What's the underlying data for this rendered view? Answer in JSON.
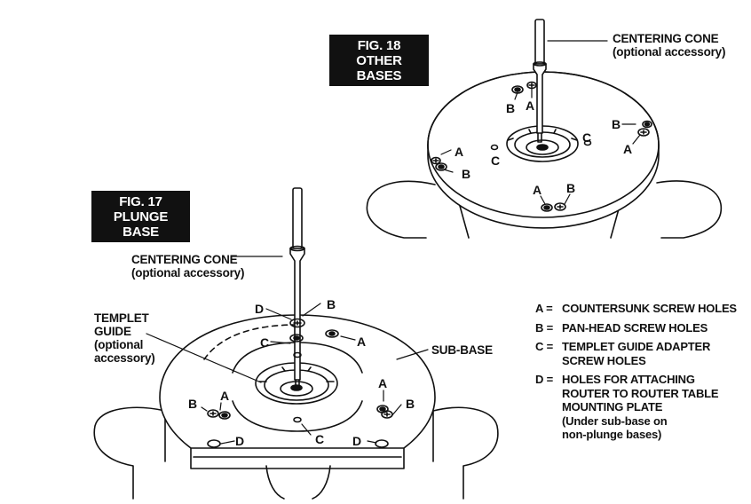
{
  "fig18": {
    "number": "FIG. 18",
    "title": "OTHER BASES",
    "centering_cone": "CENTERING CONE",
    "centering_cone_note": "(optional accessory)"
  },
  "fig17": {
    "number": "FIG. 17",
    "title": "PLUNGE BASE",
    "centering_cone": "CENTERING CONE",
    "centering_cone_note": "(optional accessory)",
    "templet_guide_lines": [
      "TEMPLET",
      "GUIDE",
      "(optional",
      "accessory)"
    ],
    "sub_base": "SUB-BASE"
  },
  "hole_letters": {
    "a": "A",
    "b": "B",
    "c": "C",
    "d": "D"
  },
  "legend": [
    {
      "key": "A =",
      "lines": [
        "COUNTERSUNK SCREW HOLES"
      ]
    },
    {
      "key": "B =",
      "lines": [
        "PAN-HEAD SCREW HOLES"
      ]
    },
    {
      "key": "C =",
      "lines": [
        "TEMPLET GUIDE ADAPTER",
        "SCREW HOLES"
      ]
    },
    {
      "key": "D =",
      "lines": [
        "HOLES FOR ATTACHING",
        "ROUTER TO ROUTER TABLE",
        "MOUNTING PLATE",
        "(Under sub-base on",
        "non-plunge bases)"
      ]
    }
  ]
}
